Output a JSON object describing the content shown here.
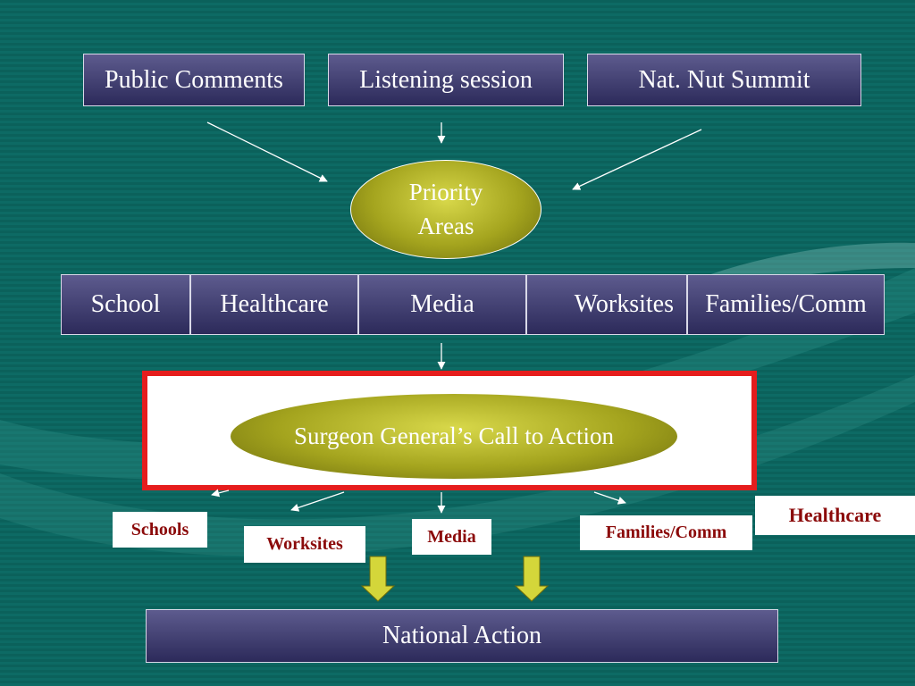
{
  "sources": [
    {
      "label": "Public Comments"
    },
    {
      "label": "Listening session"
    },
    {
      "label": "Nat. Nut Summit"
    }
  ],
  "priority": {
    "label": "Priority Areas"
  },
  "areas": [
    {
      "label": "School"
    },
    {
      "label": "Healthcare"
    },
    {
      "label": "Media"
    },
    {
      "label": "Worksites"
    },
    {
      "label": "Families/Comm"
    }
  ],
  "call_to_action": {
    "label": "Surgeon General’s Call to Action"
  },
  "outcomes": [
    {
      "label": "Schools"
    },
    {
      "label": "Worksites"
    },
    {
      "label": "Media"
    },
    {
      "label": "Families/Comm"
    },
    {
      "label": "Healthcare"
    }
  ],
  "national": {
    "label": "National Action"
  },
  "colors": {
    "background": "#0d6a64",
    "box": "#3c3a6c",
    "ellipse": "#b4b42a",
    "frame_border": "#e51d1d",
    "outcome_text": "#8b0a0a",
    "arrow_fill": "#d4d63a"
  }
}
